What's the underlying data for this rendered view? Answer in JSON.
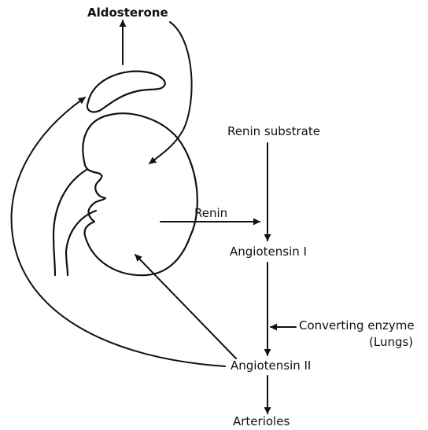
{
  "labels": {
    "aldosterone": "Aldosterone",
    "renin_substrate": "Renin substrate",
    "renin": "Renin",
    "angiotensin_1": "Angiotensin I",
    "converting_enzyme": "Converting enzyme",
    "lungs": "(Lungs)",
    "angiotensin_2": "Angiotensin II",
    "arterioles": "Arterioles"
  },
  "colors": {
    "line": "#111111",
    "background": "#ffffff"
  }
}
